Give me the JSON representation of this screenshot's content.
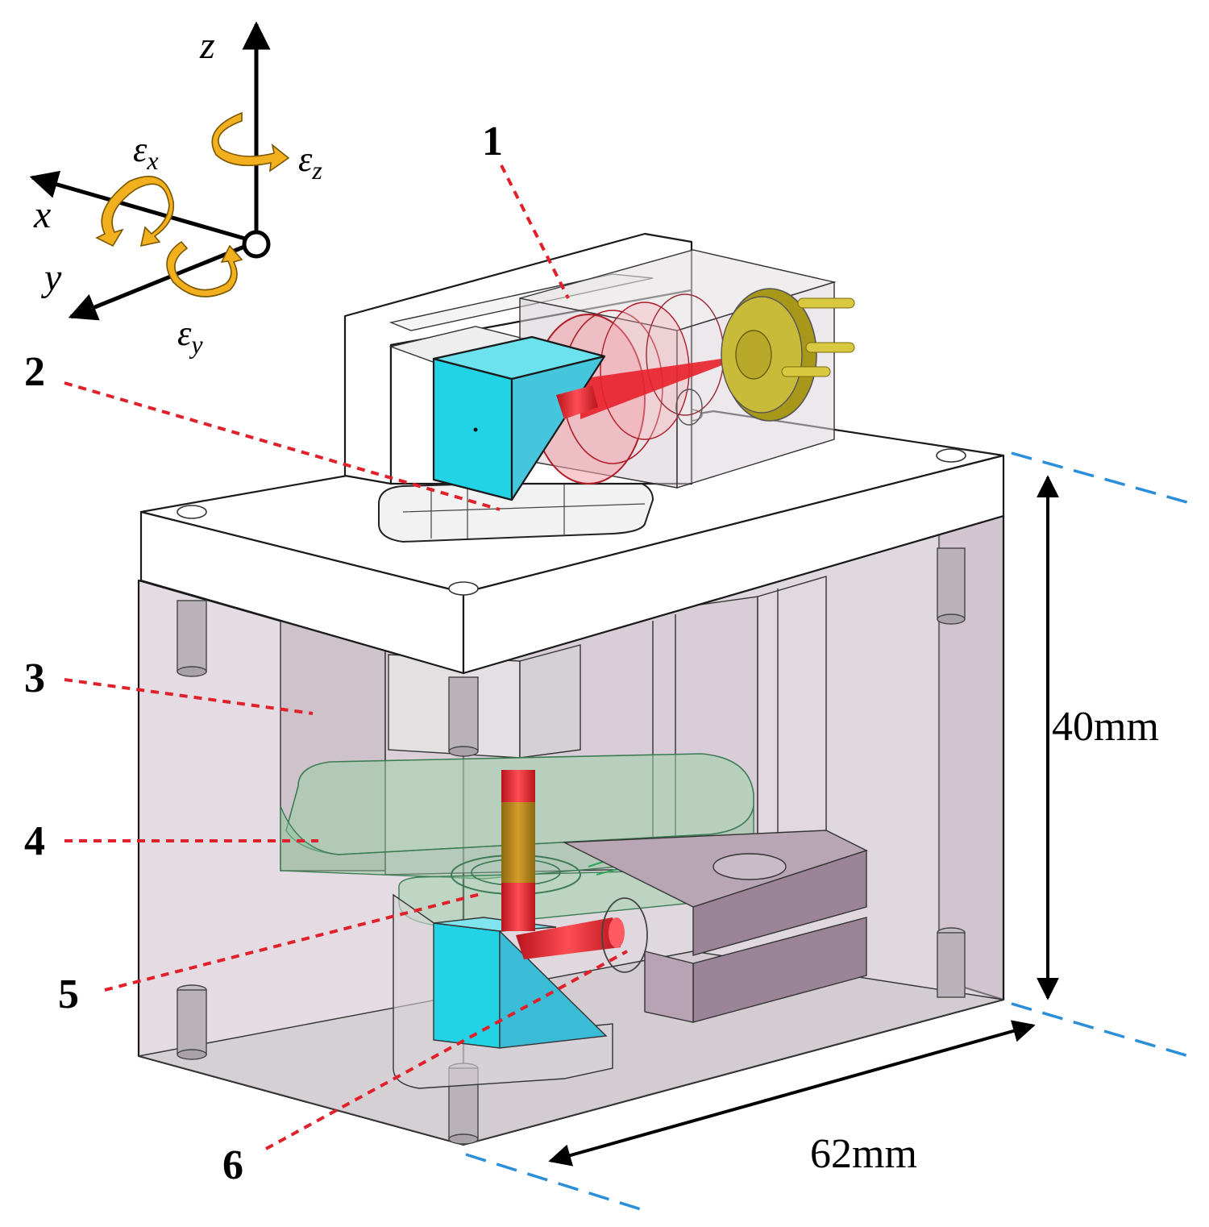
{
  "axes": {
    "x": "x",
    "y": "y",
    "z": "z",
    "rotations": [
      {
        "symbol": "ε",
        "sub": "x"
      },
      {
        "symbol": "ε",
        "sub": "y"
      },
      {
        "symbol": "ε",
        "sub": "z"
      }
    ]
  },
  "callouts": [
    "1",
    "2",
    "3",
    "4",
    "5",
    "6"
  ],
  "dimensions": {
    "height": "40mm",
    "depth": "62mm"
  },
  "colors": {
    "housing": "#cfc3cc",
    "prism": "#22d3e6",
    "laser_beam": "#e8202a",
    "lens_green": "#9ccfa8",
    "detector_gold": "#bfb030",
    "rotation_arrow": "#f2b01e",
    "callout_line": "#e0202a",
    "dimension_ext": "#2b8ed8",
    "piezo_block": "#9c8498"
  }
}
